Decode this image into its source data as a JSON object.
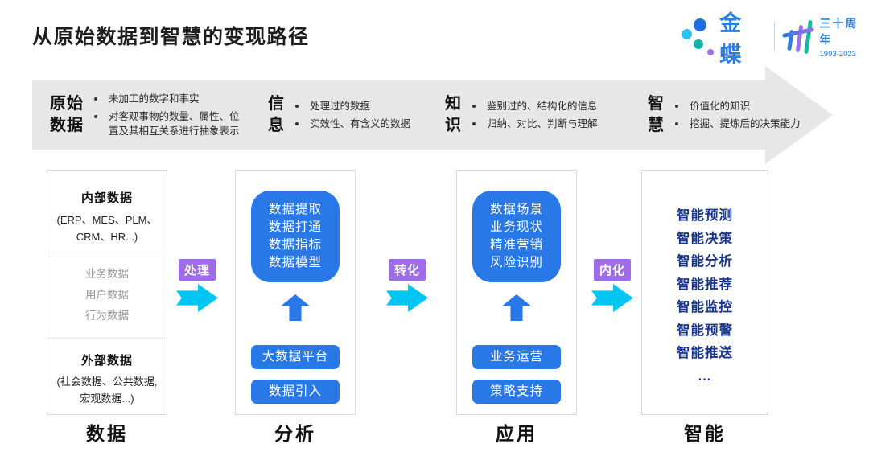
{
  "page": {
    "title": "从原始数据到智慧的变现路径"
  },
  "logo": {
    "brand": "金蝶",
    "anniversary": "三十周年",
    "years": "1993-2023",
    "icons": {
      "dots": "kingdee-dots-logo",
      "mark": "thirty-anniversary-mark"
    }
  },
  "banner": {
    "stages": [
      {
        "label_lines": [
          "原始",
          "数据"
        ],
        "points": [
          "未加工的数字和事实",
          "对客观事物的数量、属性、位置及其相互关系进行抽象表示"
        ]
      },
      {
        "label_lines": [
          "信",
          "息"
        ],
        "points": [
          "处理过的数据",
          "实效性、有含义的数据"
        ]
      },
      {
        "label_lines": [
          "知",
          "识"
        ],
        "points": [
          "鉴别过的、结构化的信息",
          "归纳、对比、判断与理解"
        ]
      },
      {
        "label_lines": [
          "智",
          "慧"
        ],
        "points": [
          "价值化的知识",
          "挖掘、提炼后的决策能力"
        ]
      }
    ]
  },
  "connectors": [
    {
      "label": "处理"
    },
    {
      "label": "转化"
    },
    {
      "label": "内化"
    }
  ],
  "columns": [
    {
      "footer": "数据",
      "internal_title": "内部数据",
      "internal_sub_lines": [
        "(ERP、MES、PLM、",
        "CRM、HR...)"
      ],
      "middle_items": [
        "业务数据",
        "用户数据",
        "行为数据"
      ],
      "external_title": "外部数据",
      "external_sub_lines": [
        "(社会数据、公共数据,",
        "宏观数据...)"
      ]
    },
    {
      "footer": "分析",
      "panel_lines": [
        "数据提取",
        "数据打通",
        "数据指标",
        "数据模型"
      ],
      "buttons": [
        "大数据平台",
        "数据引入"
      ]
    },
    {
      "footer": "应用",
      "panel_lines": [
        "数据场景",
        "业务现状",
        "精准营销",
        "风险识别"
      ],
      "buttons": [
        "业务运营",
        "策略支持"
      ]
    },
    {
      "footer": "智能",
      "items": [
        "智能预测",
        "智能决策",
        "智能分析",
        "智能推荐",
        "智能监控",
        "智能预警",
        "智能推送",
        "..."
      ]
    }
  ],
  "colors": {
    "accent_blue": "#2878E8",
    "navy_text": "#17358A",
    "badge_purple": "#9E6CE8",
    "arrow_cyan": "#00C5F3",
    "banner_gray": "#E7E7E7",
    "brand_blue": "#2A7DE1"
  }
}
